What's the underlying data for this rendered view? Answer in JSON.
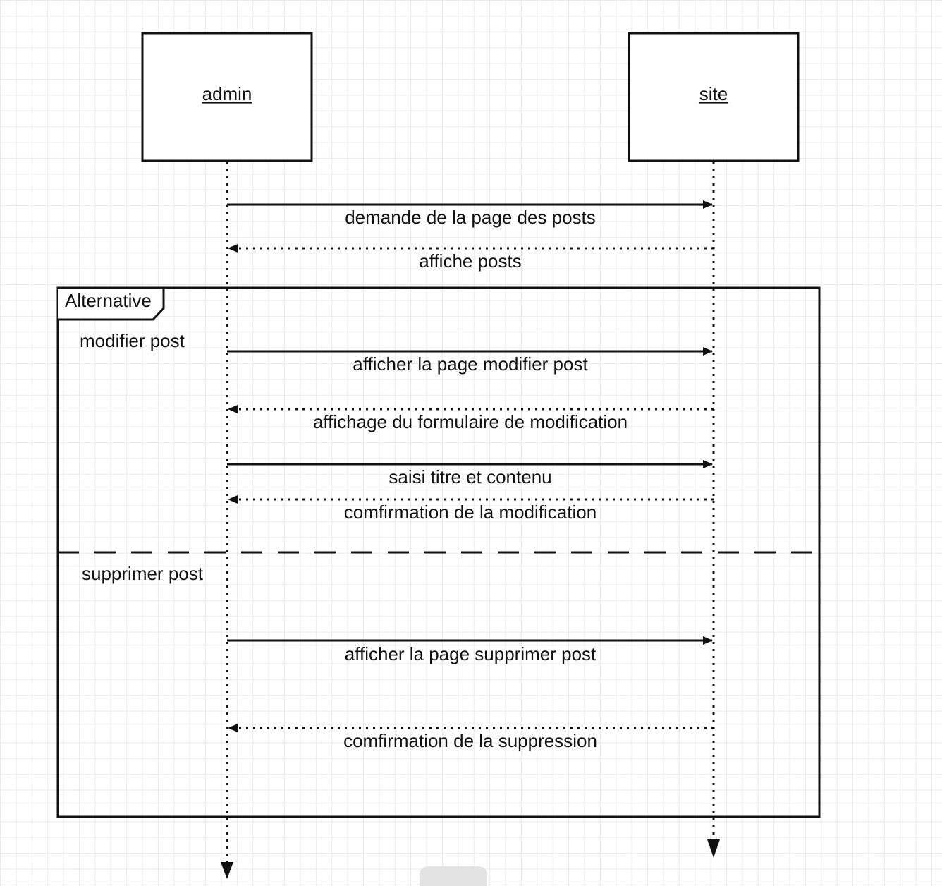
{
  "actors": [
    {
      "id": "admin",
      "label": "admin"
    },
    {
      "id": "site",
      "label": "site"
    }
  ],
  "messages": [
    {
      "from": "admin",
      "to": "site",
      "label": "demande de la page des posts",
      "kind": "sync"
    },
    {
      "from": "site",
      "to": "admin",
      "label": "affiche posts",
      "kind": "return"
    },
    {
      "from": "admin",
      "to": "site",
      "label": "afficher la page modifier post",
      "kind": "sync"
    },
    {
      "from": "site",
      "to": "admin",
      "label": "affichage du formulaire de modification",
      "kind": "return"
    },
    {
      "from": "admin",
      "to": "site",
      "label": "saisi titre et contenu",
      "kind": "sync"
    },
    {
      "from": "site",
      "to": "admin",
      "label": "comfirmation de la modification",
      "kind": "return"
    },
    {
      "from": "admin",
      "to": "site",
      "label": "afficher la page supprimer post",
      "kind": "sync"
    },
    {
      "from": "site",
      "to": "admin",
      "label": "comfirmation de la suppression",
      "kind": "return"
    }
  ],
  "fragment": {
    "operator": "Alternative",
    "guards": [
      "modifier post",
      "supprimer post"
    ]
  },
  "colors": {
    "line": "#111111",
    "grid": "#e9e9e9",
    "background": "#ffffff"
  }
}
